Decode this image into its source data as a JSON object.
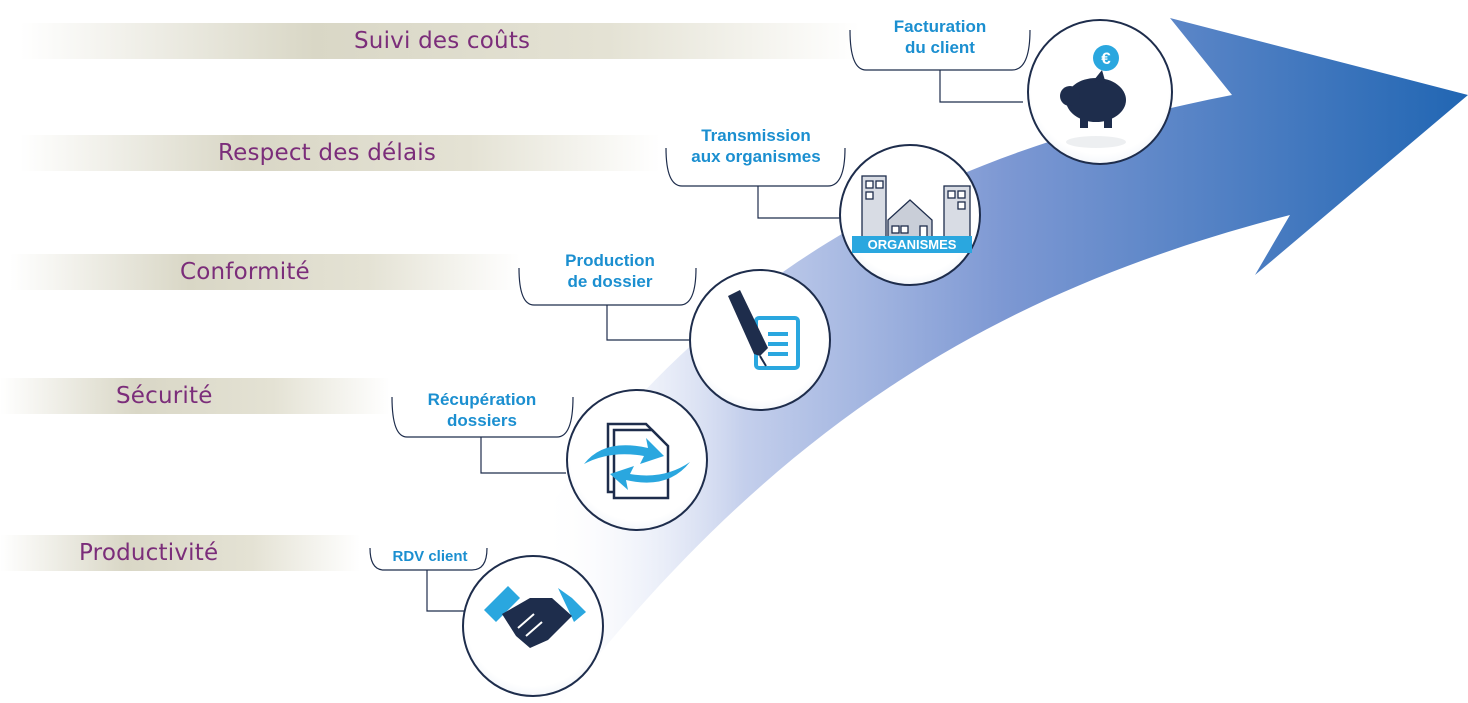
{
  "benefits": [
    {
      "label": "Suivi des coûts"
    },
    {
      "label": "Respect des délais"
    },
    {
      "label": "Conformité"
    },
    {
      "label": "Sécurité"
    },
    {
      "label": "Productivité"
    }
  ],
  "steps": [
    {
      "line1": "Facturation",
      "line2": "du client",
      "icon": "piggy-bank-euro-icon",
      "badge": "€"
    },
    {
      "line1": "Transmission",
      "line2": "aux organismes",
      "icon": "buildings-icon",
      "badge": "ORGANISMES"
    },
    {
      "line1": "Production",
      "line2": "de dossier",
      "icon": "pen-document-icon"
    },
    {
      "line1": "Récupération",
      "line2": "dossiers",
      "icon": "document-transfer-icon"
    },
    {
      "line1": "RDV client",
      "line2": "",
      "icon": "handshake-icon"
    }
  ],
  "colors": {
    "benefit_text": "#7b2d7a",
    "step_text": "#1b8fd0",
    "arrow_dark": "#2166b3",
    "icon_dark": "#1e2d4c",
    "icon_blue": "#2aa7df"
  }
}
